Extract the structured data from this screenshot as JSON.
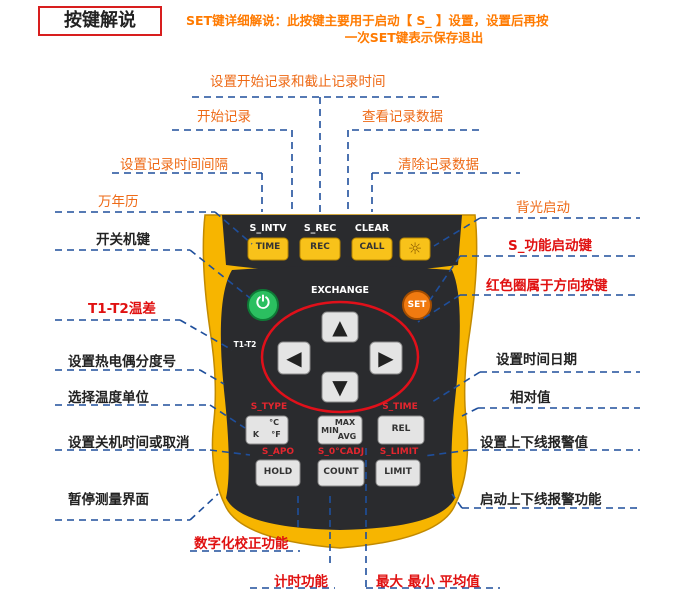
{
  "header": {
    "title": "按键解说",
    "set_note_line1": "SET键详细解说：此按键主要用于启动【 S_ 】设置，设置后再按",
    "set_note_line2": "一次SET键表示保存退出"
  },
  "top_labels": {
    "start_stop_time": "设置开始记录和截止记录时间",
    "start_record": "开始记录",
    "view_data": "查看记录数据",
    "set_interval": "设置记录时间间隔",
    "clear_data": "清除记录数据",
    "calendar": "万年历",
    "backlight": "背光启动"
  },
  "left_labels": {
    "power_key": "开关机键",
    "t1t2": "T1-T2温差",
    "thermocouple": "设置热电偶分度号",
    "temp_unit": "选择温度单位",
    "auto_off": "设置关机时间或取消",
    "hold": "暂停测量界面"
  },
  "right_labels": {
    "s_function": "S_功能启动键",
    "arrow_keys": "红色圈属于方向按键",
    "datetime": "设置时间日期",
    "relative": "相对值",
    "alarm_set": "设置上下线报警值",
    "alarm_start": "启动上下线报警功能"
  },
  "bottom_labels": {
    "calibration": "数字化校正功能",
    "timer": "计时功能",
    "max_min_avg": "最大  最小  平均值"
  },
  "device": {
    "top_keys": {
      "time": {
        "sub": "S_INTV",
        "label": "TIME"
      },
      "rec": {
        "sub": "S_REC",
        "label": "REC"
      },
      "call": {
        "sub": "CLEAR",
        "label": "CALL"
      },
      "light": {
        "label": "☼"
      }
    },
    "power": {
      "label": "⏻"
    },
    "exchange": "EXCHANGE",
    "set": "SET",
    "t1t2": "T1-T2",
    "arrows": {
      "up": "▲",
      "down": "▼",
      "left": "◀",
      "right": "▶"
    },
    "row1": {
      "unit": {
        "sub": "S_TYPE",
        "c": "°C",
        "k": "K",
        "f": "°F"
      },
      "maxminavg": {
        "max": "MAX",
        "min": "MIN",
        "avg": "AVG"
      },
      "rel": {
        "sub": "S_TIME",
        "label": "REL"
      }
    },
    "row2": {
      "hold": {
        "sub": "S_APO",
        "label": "HOLD"
      },
      "count": {
        "sub": "S_0°CADJ",
        "label": "COUNT"
      },
      "limit": {
        "sub": "S_LIMIT",
        "label": "LIMIT"
      }
    }
  },
  "colors": {
    "body_yellow": "#f7b500",
    "panel_dark": "#2a2b2e",
    "key_yellow": "#f8c21a",
    "key_gray": "#e4e4e4",
    "power_green": "#2bbf60",
    "set_orange": "#f07a10",
    "sub_red": "#e3262e",
    "circle_red": "#e0101a",
    "leader_blue": "#1f4f9c"
  }
}
